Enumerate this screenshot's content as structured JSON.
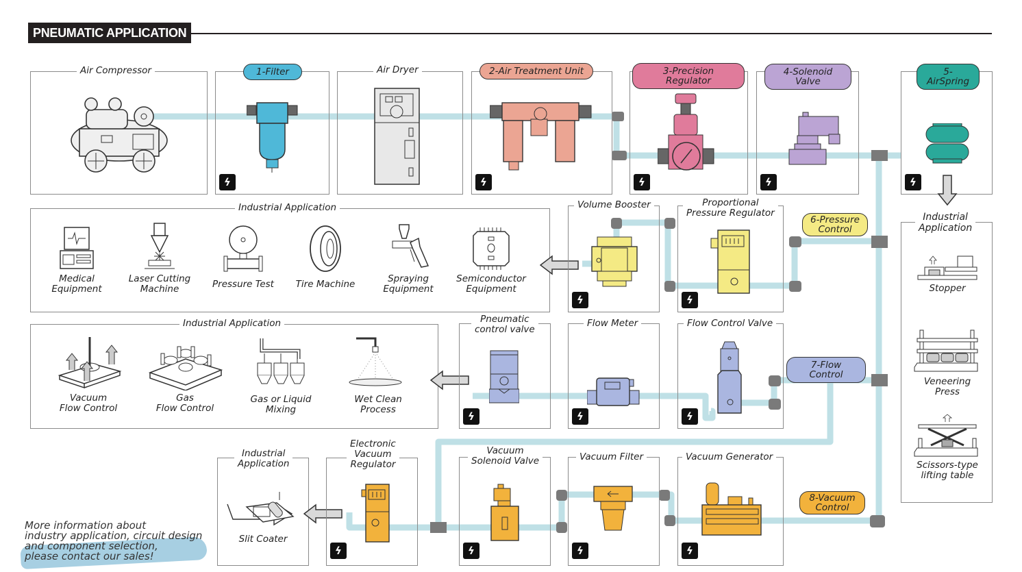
{
  "header": {
    "title": "PNEUMATIC APPLICATION"
  },
  "colors": {
    "pipe": "#bfe0e6",
    "fitting": "#7a7a7a",
    "filter": "#4fb8d8",
    "treatment": "#eba593",
    "precision": "#e07b9b",
    "solenoid": "#bba4d4",
    "airspring": "#2aa99a",
    "pressure": "#f4ea84",
    "flow": "#aab6e0",
    "vacuum": "#f2b23c"
  },
  "row1": {
    "air_compressor": "Air Compressor",
    "filter_tag": "1-Filter",
    "air_dryer": "Air Dryer",
    "treatment_tag": "2-Air Treatment Unit",
    "precision_tag": "3-Precision Regulator",
    "solenoid_tag": "4-Solenoid Valve",
    "airspring_tag": "5-AirSpring"
  },
  "pressure_row": {
    "industrial_title": "Industrial Application",
    "apps": [
      {
        "label": "Medical\nEquipment",
        "icon": "medical-equipment-icon"
      },
      {
        "label": "Laser Cutting\nMachine",
        "icon": "laser-cutting-icon"
      },
      {
        "label": "Pressure Test",
        "icon": "pressure-gauge-icon"
      },
      {
        "label": "Tire Machine",
        "icon": "tire-icon"
      },
      {
        "label": "Spraying\nEquipment",
        "icon": "spray-gun-icon"
      },
      {
        "label": "Semiconductor\nEquipment",
        "icon": "chip-icon"
      }
    ],
    "volume_booster": "Volume Booster",
    "proportional_regulator": "Proportional\nPressure Regulator",
    "tag": "6-Pressure\nControl"
  },
  "flow_row": {
    "industrial_title": "Industrial Application",
    "apps": [
      {
        "label": "Vacuum\nFlow Control",
        "icon": "vacuum-plate-icon"
      },
      {
        "label": "Gas\nFlow Control",
        "icon": "gas-manifold-icon"
      },
      {
        "label": "Gas or Liquid\nMixing",
        "icon": "mixing-tanks-icon"
      },
      {
        "label": "Wet Clean\nProcess",
        "icon": "spray-nozzle-icon"
      }
    ],
    "pneumatic_control_valve": "Pneumatic\ncontrol valve",
    "flow_meter": "Flow Meter",
    "flow_control_valve": "Flow Control Valve",
    "tag": "7-Flow Control"
  },
  "vacuum_row": {
    "industrial_title": "Industrial\nApplication",
    "app": {
      "label": "Slit Coater",
      "icon": "slit-coater-icon"
    },
    "electronic_vacuum_regulator": "Electronic\nVacuum\nRegulator",
    "vacuum_solenoid_valve": "Vacuum\nSolenoid Valve",
    "vacuum_filter": "Vacuum Filter",
    "vacuum_generator": "Vacuum Generator",
    "tag": "8-Vacuum\nControl"
  },
  "airspring_apps": {
    "title": "Industrial\nApplication",
    "apps": [
      {
        "label": "Stopper",
        "icon": "stopper-icon"
      },
      {
        "label": "Veneering\nPress",
        "icon": "veneering-press-icon"
      },
      {
        "label": "Scissors-type\nlifting table",
        "icon": "scissor-lift-icon"
      }
    ]
  },
  "badge_glyph": "ϟ",
  "footer_note": "More information about\nindustry application, circuit design\nand component selection,\nplease contact our sales!"
}
